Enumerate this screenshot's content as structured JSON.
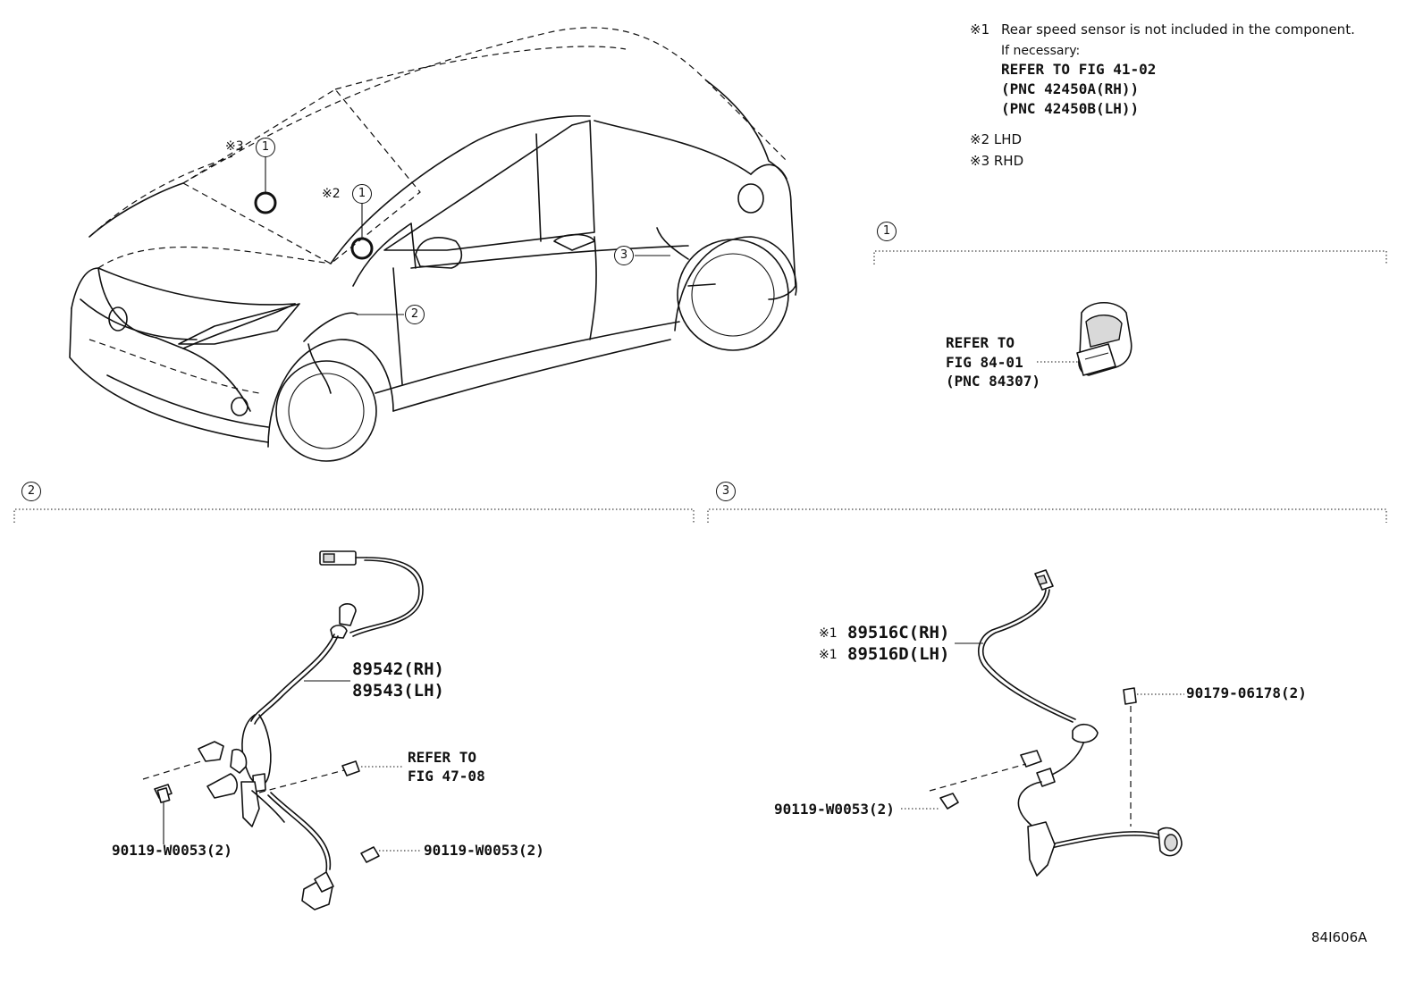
{
  "notes": {
    "n1_mark": "※1",
    "n1_text": "Rear speed sensor is not included in the component.",
    "n1_sub": "If necessary:",
    "n1_ref1": "REFER TO FIG 41-02",
    "n1_ref2": "(PNC 42450A(RH))",
    "n1_ref3": "(PNC 42450B(LH))",
    "n2": "※2 LHD",
    "n3": "※3 RHD"
  },
  "car_callouts": {
    "mark3": "※3",
    "mark2": "※2",
    "c1a": "1",
    "c1b": "1",
    "c2": "2",
    "c3": "3"
  },
  "section1": {
    "num": "1",
    "ref_l1": "REFER TO",
    "ref_l2": "FIG 84-01",
    "ref_l3": "(PNC 84307)"
  },
  "section2": {
    "num": "2",
    "part_rh": "89542(RH)",
    "part_lh": "89543(LH)",
    "ref_l1": "REFER TO",
    "ref_l2": "FIG 47-08",
    "bolt_left": "90119-W0053(2)",
    "bolt_right": "90119-W0053(2)"
  },
  "section3": {
    "num": "3",
    "mark_rh": "※1",
    "mark_lh": "※1",
    "part_rh": "89516C(RH)",
    "part_lh": "89516D(LH)",
    "clip": "90179-06178(2)",
    "bolt": "90119-W0053(2)"
  },
  "figure_code": "84I606A"
}
